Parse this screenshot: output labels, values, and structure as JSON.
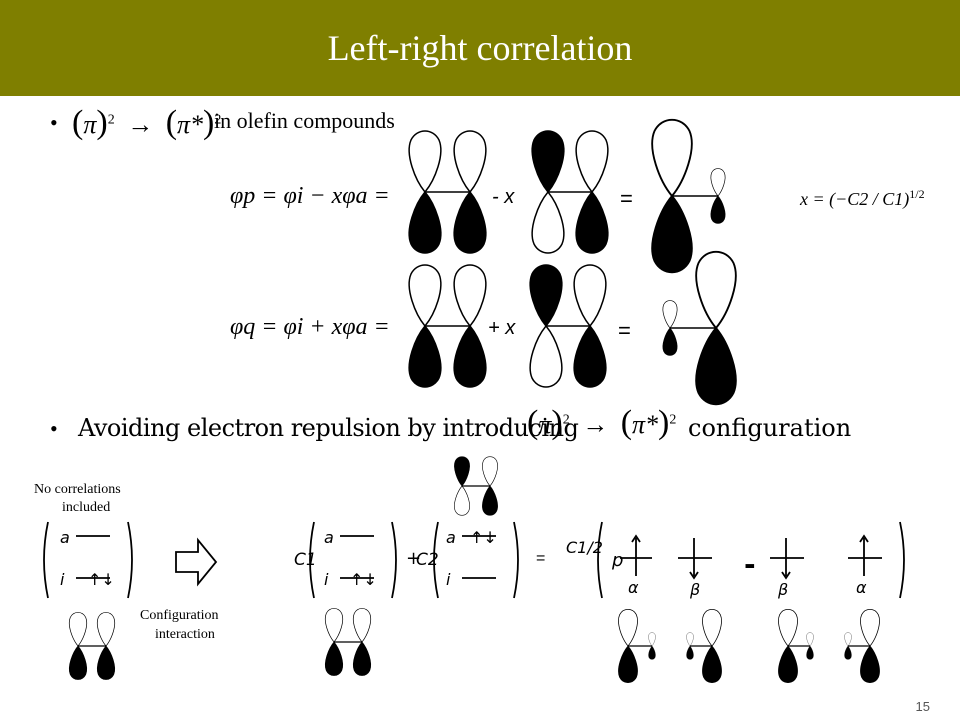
{
  "slide": {
    "title": "Left-right  correlation",
    "page_number": "15",
    "title_bar_color": "#7f7f00"
  },
  "bullet1": {
    "marker": "•",
    "pi": "π",
    "pi_star": "π*",
    "exp": "2",
    "arrow": "→",
    "text": "in olefin compounds"
  },
  "eq_p": {
    "lhs": "φp = φi − xφa =",
    "minus_x": "- x",
    "equals": "=",
    "x_def": "x = (−C2 / C1)",
    "x_exp": "1/2"
  },
  "eq_q": {
    "lhs": "φq = φi + xφa =",
    "plus_x": "+ x",
    "equals": "="
  },
  "bullet2": {
    "marker": "•",
    "text": "Avoiding electron repulsion by introducing",
    "pi": "π",
    "pi_star": "π*",
    "exp": "2",
    "arrow": "→",
    "tail": "configuration"
  },
  "bottom": {
    "no_corr_line1": "No correlations",
    "no_corr_line2": "included",
    "ci_line1": "Configuration",
    "ci_line2": "interaction",
    "c1": "C1",
    "c2": "C2",
    "plus": "+",
    "equals": "=",
    "c1_over_2": "C1/2",
    "a": "a",
    "i": "i",
    "p": "p",
    "alpha": "α",
    "beta": "β",
    "minus": "-",
    "arrows_up_down": "↑↓"
  }
}
